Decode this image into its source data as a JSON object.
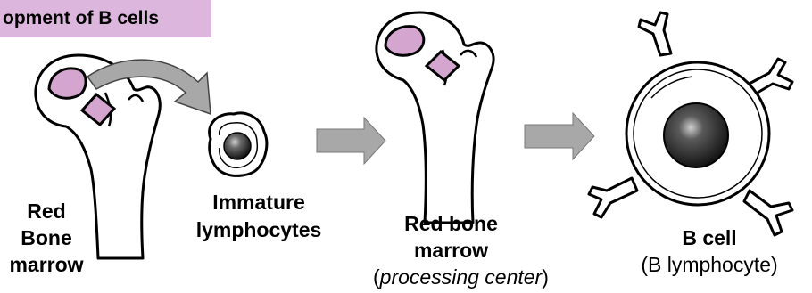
{
  "title": "opment of B cells",
  "labels": {
    "red_bone_marrow_1": [
      "Red",
      "Bone",
      "marrow"
    ],
    "immature": [
      "Immature",
      "lymphocytes"
    ],
    "red_bone_marrow_2": [
      "Red bone",
      "marrow"
    ],
    "processing_center": "processing center",
    "b_cell": "B cell",
    "b_lymphocyte": "(B lymphocyte)"
  },
  "colors": {
    "marrow_pink": "#d4a6cf",
    "arrow_gray": "#a8a8a8",
    "title_bg": "#dcb6dc",
    "nucleus_dark": "#1c1c1c"
  }
}
